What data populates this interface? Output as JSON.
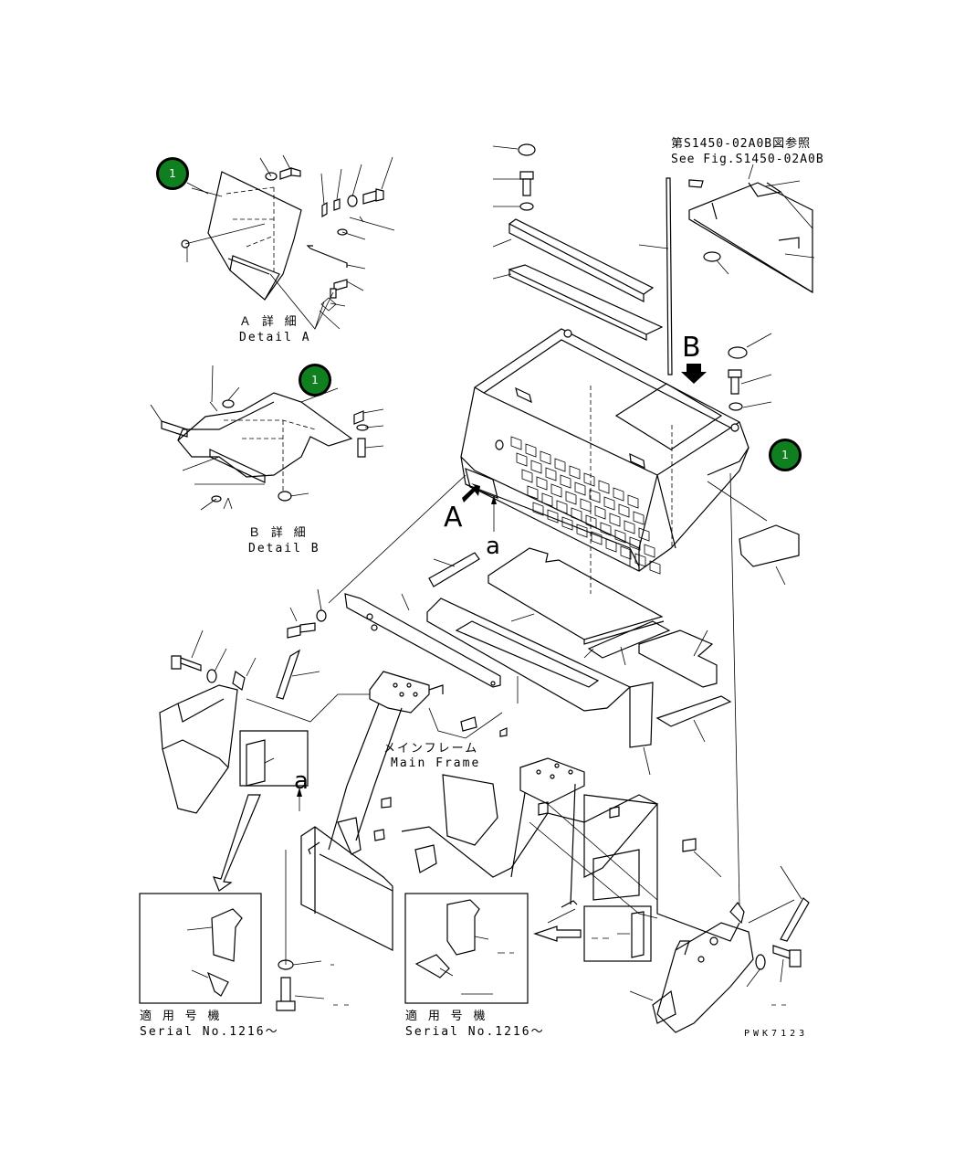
{
  "labels": {
    "detail_a_jp": "Ａ 詳 細",
    "detail_a_en": "Detail A",
    "detail_b_jp": "Ｂ 詳 細",
    "detail_b_en": "Detail B",
    "ref_jp": "第S1450-02A0B図参照",
    "ref_en": "See Fig.S1450-02A0B",
    "main_frame_jp": "メインフレーム",
    "main_frame_en": "Main Frame",
    "serial_jp_1": "適 用 号 機",
    "serial_en_1": "Serial No.1216〜",
    "serial_jp_2": "適 用 号 機",
    "serial_en_2": "Serial No.1216〜",
    "view_a": "A",
    "view_b": "B",
    "arrow_a_upper": "a",
    "arrow_a_lower": "a",
    "code": "PWK7123"
  },
  "markers": [
    {
      "name": "callout-1-detail-a",
      "label": "1"
    },
    {
      "name": "callout-1-detail-b",
      "label": "1"
    },
    {
      "name": "callout-1-cover",
      "label": "1"
    }
  ],
  "colors": {
    "marker_fill": "#0f7f1f",
    "line": "#000000",
    "background": "#ffffff"
  }
}
